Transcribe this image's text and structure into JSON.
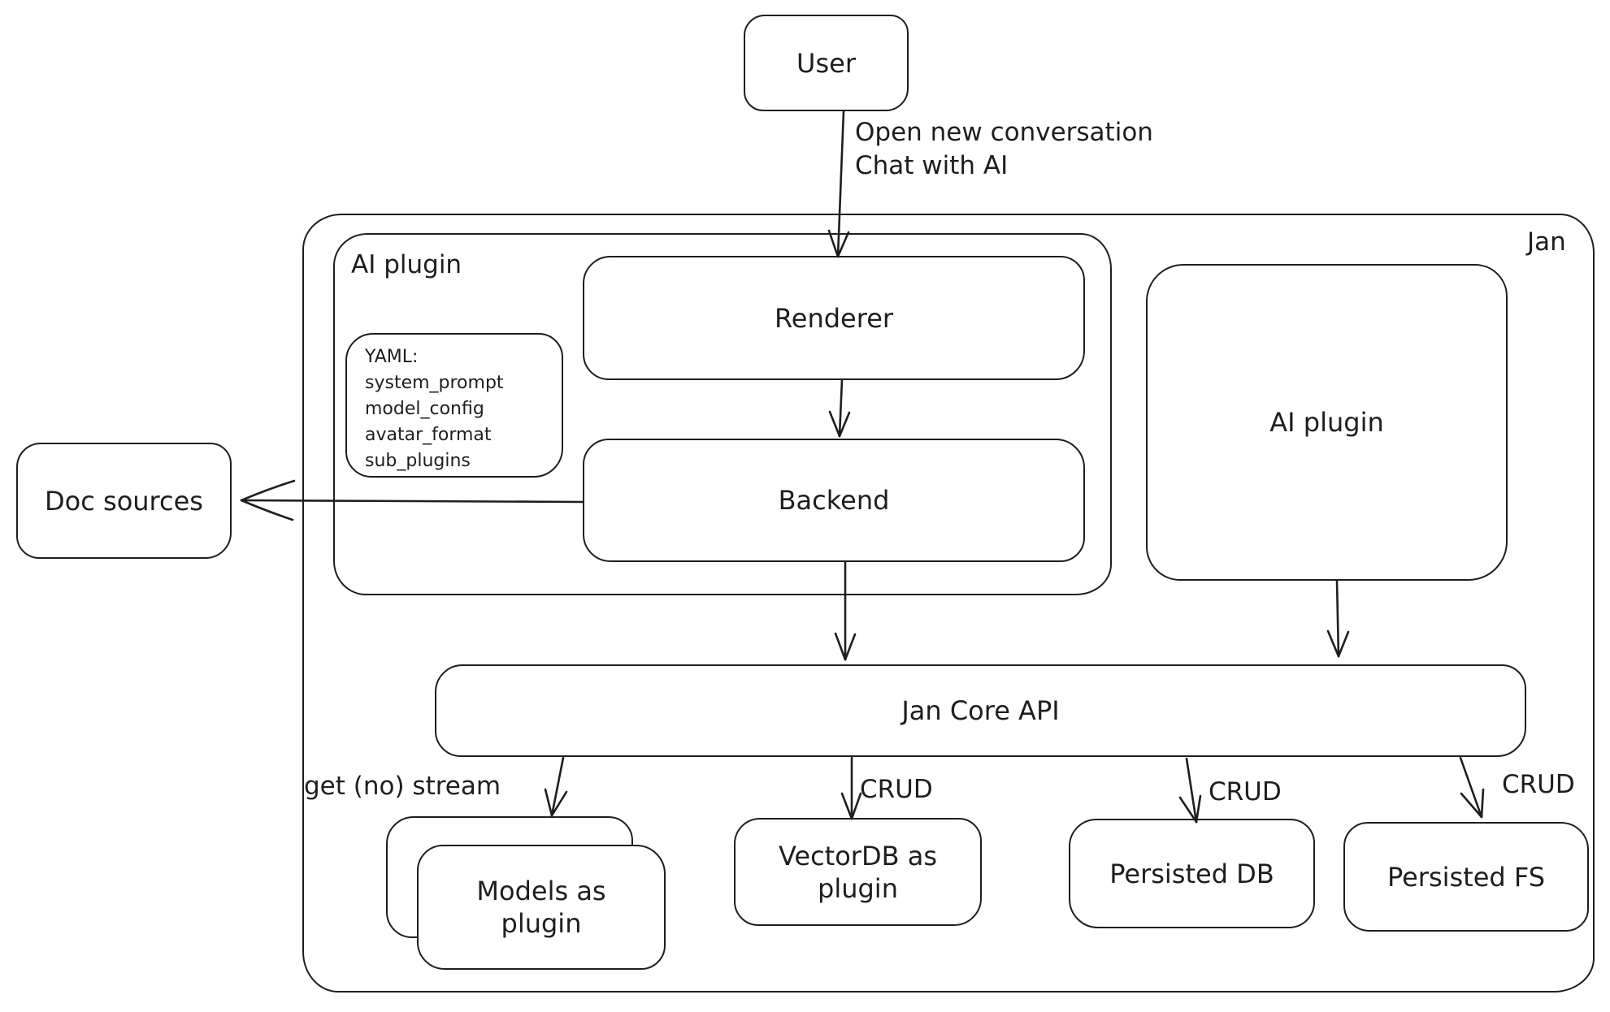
{
  "diagram": {
    "title_none": "",
    "colors": {
      "stroke": "#1e1e1e",
      "background": "#ffffff"
    },
    "nodes": {
      "user": {
        "label": "User"
      },
      "jan": {
        "label": "Jan"
      },
      "ai_plugin_container": {
        "label": "AI plugin"
      },
      "renderer": {
        "label": "Renderer"
      },
      "backend": {
        "label": "Backend"
      },
      "yaml_note": {
        "lines": [
          "YAML:",
          "system_prompt",
          "model_config",
          "avatar_format",
          "sub_plugins"
        ]
      },
      "doc_sources": {
        "label": "Doc sources"
      },
      "ai_plugin_right": {
        "label": "AI plugin"
      },
      "jan_core_api": {
        "label": "Jan Core API"
      },
      "models_plugin": {
        "line1": "Models as",
        "line2": "plugin"
      },
      "vectordb": {
        "line1": "VectorDB as",
        "line2": "plugin"
      },
      "persisted_db": {
        "label": "Persisted DB"
      },
      "persisted_fs": {
        "label": "Persisted FS"
      }
    },
    "edges": {
      "user_to_renderer": {
        "line1": "Open new conversation",
        "line2": "Chat with AI"
      },
      "api_to_models": {
        "label": "get (no) stream"
      },
      "api_to_vectordb": {
        "label": "CRUD"
      },
      "api_to_persisted_db": {
        "label": "CRUD"
      },
      "api_to_persisted_fs": {
        "label": "CRUD"
      }
    }
  }
}
